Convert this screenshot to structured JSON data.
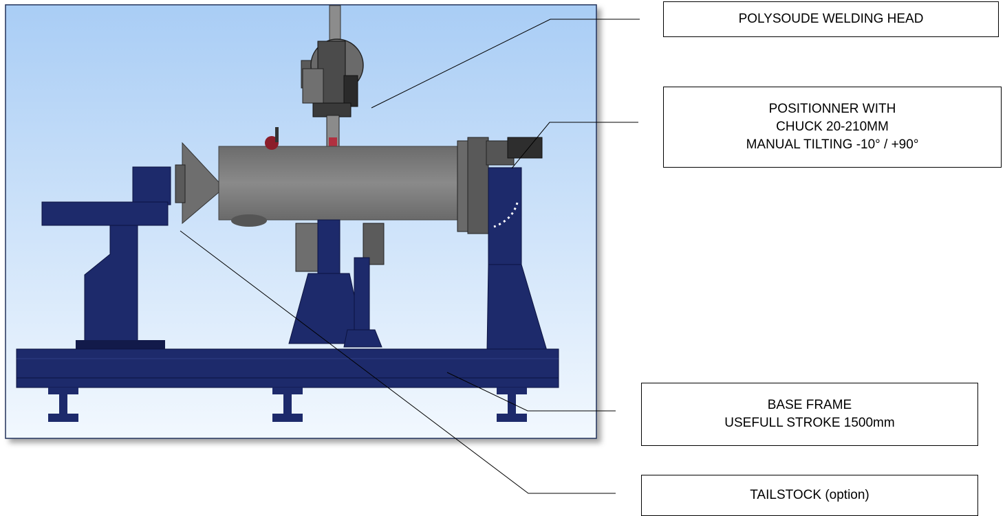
{
  "colors": {
    "frame_blue": "#1d2a6b",
    "frame_dark": "#121a4a",
    "workpiece_grey": "#7a7a7a",
    "sky_top": "#a9cdf5",
    "sky_bottom": "#eef5fd"
  },
  "callouts": {
    "welding_head": {
      "lines": [
        "POLYSOUDE WELDING HEAD"
      ]
    },
    "positioner": {
      "lines": [
        "POSITIONNER WITH",
        "CHUCK 20-210MM",
        "MANUAL TILTING -10° / +90°"
      ]
    },
    "base_frame": {
      "lines": [
        "BASE FRAME",
        "USEFULL STROKE 1500mm"
      ]
    },
    "tailstock": {
      "lines": [
        "TAILSTOCK (option)"
      ]
    }
  }
}
